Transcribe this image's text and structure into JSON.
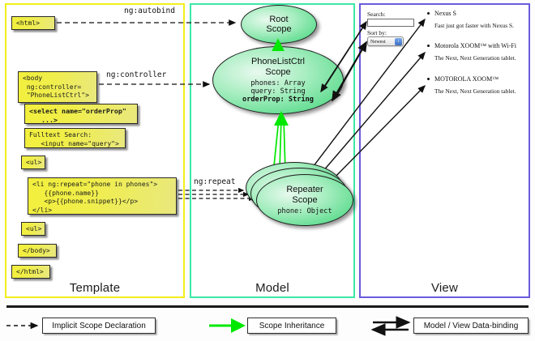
{
  "columns": [
    {
      "key": "template",
      "label": "Template",
      "color": "#f2ef1a"
    },
    {
      "key": "model",
      "label": "Model",
      "color": "#3ce8a6"
    },
    {
      "key": "view",
      "label": "View",
      "color": "#6a5bdd"
    }
  ],
  "template": {
    "boxes": [
      {
        "name": "html-open-box",
        "text": "<html>"
      },
      {
        "name": "body-box",
        "text": "<body\n ng:controller=\n \"PhoneListCtrl\">"
      },
      {
        "name": "select-box",
        "text": "<select name=\"orderProp\"\n   ...>"
      },
      {
        "name": "search-box",
        "text": "Fulltext Search:\n   <input name=\"query\">"
      },
      {
        "name": "ul-open-box",
        "text": "<ul>"
      },
      {
        "name": "li-repeat-box",
        "text": "<li ng:repeat=\"phone in phones\">\n   {{phone.name}}\n   <p>{{phone.snippet}}</p>\n</li>"
      },
      {
        "name": "ul-close-box",
        "text": "<ul>"
      },
      {
        "name": "body-close-box",
        "text": "</body>"
      },
      {
        "name": "html-close-box",
        "text": "</html>"
      }
    ]
  },
  "model": {
    "scopes": [
      {
        "name": "root-scope",
        "title": "Root\nScope",
        "props": ""
      },
      {
        "name": "phonelistctrl-scope",
        "title": "PhoneListCtrl\nScope",
        "props_plain": "phones: Array\nquery: String\n",
        "props_bold": "orderProp: String"
      },
      {
        "name": "repeater-scope",
        "title": "Repeater\nScope",
        "props": "phone: Object"
      }
    ]
  },
  "view": {
    "search_label": "Search:",
    "search_value": "",
    "sort_label": "Sort by:",
    "sort_selected": "Newest",
    "sort_options": [
      "Newest"
    ],
    "phones": [
      {
        "name": "Nexus S",
        "snippet": "Fast just got faster with Nexus S."
      },
      {
        "name": "Motorola XOOM™  with Wi-Fi",
        "snippet": "The Next, Next Generation tablet."
      },
      {
        "name": "MOTOROLA XOOM™",
        "snippet": "The Next, Next Generation tablet."
      }
    ]
  },
  "edges": {
    "autobind": "ng:autobind",
    "controller": "ng:controller",
    "repeat": "ng:repeat"
  },
  "legend": {
    "items": [
      {
        "name": "legend-implicit-scope-declaration",
        "label": "Implicit Scope Declaration",
        "style": "dashed-arrow",
        "color": "#1a1a1a"
      },
      {
        "name": "legend-scope-inheritance",
        "label": "Scope Inheritance",
        "style": "green-arrow",
        "color": "#00e800"
      },
      {
        "name": "legend-data-binding",
        "label": "Model / View Data-binding",
        "style": "double-arrow",
        "color": "#111111"
      }
    ]
  }
}
